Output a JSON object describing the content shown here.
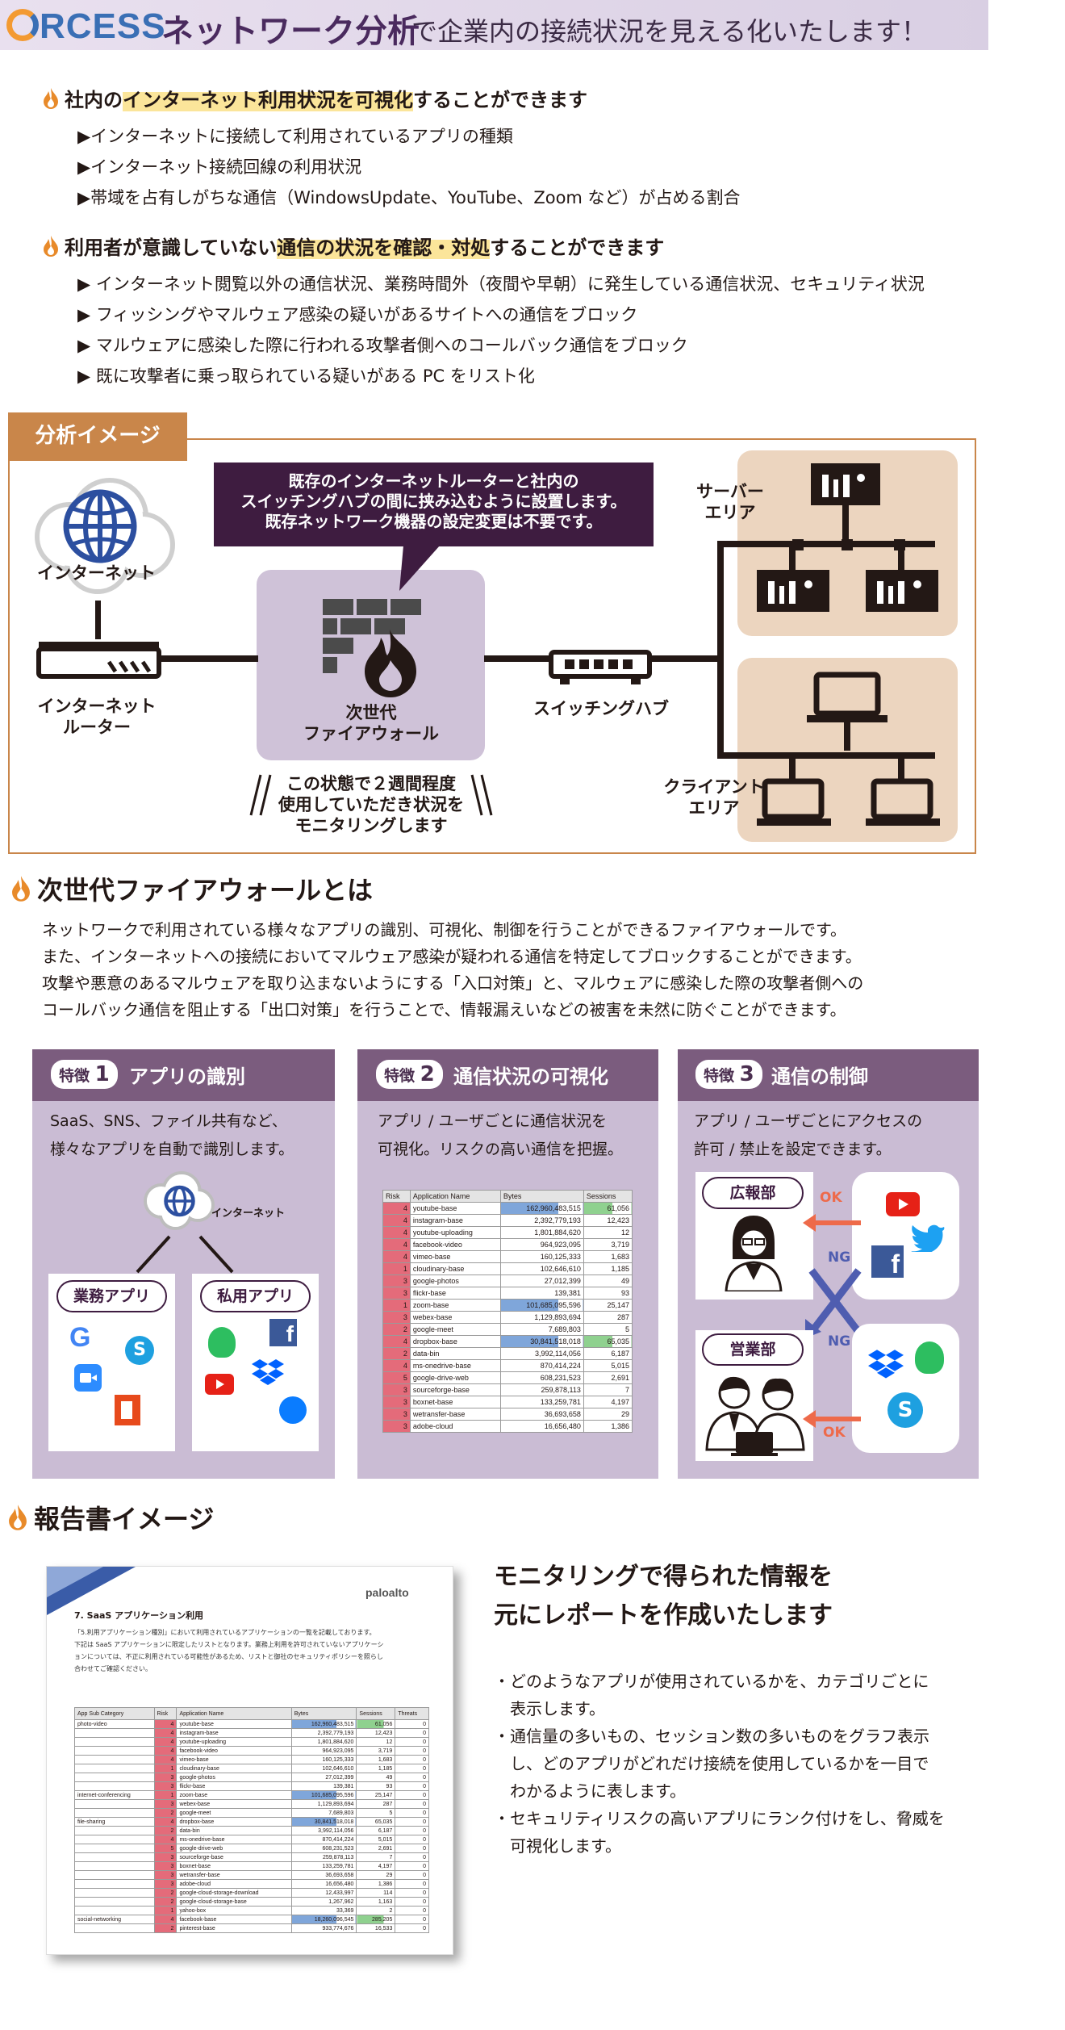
{
  "header": {
    "logo": "RCESS",
    "logo_letter": "O",
    "title": "ネットワーク分析",
    "subtitle": "で企業内の接続状況を見える化いたします！"
  },
  "section1": {
    "heading_pre": "社内の",
    "heading_hl": "インターネット利用状況を可視化",
    "heading_post": "することができます",
    "bullets": [
      "▶インターネットに接続して利用されているアプリの種類",
      "▶インターネット接続回線の利用状況",
      "▶帯域を占有しがちな通信（WindowsUpdate、YouTube、Zoom など）が占める割合"
    ]
  },
  "section2": {
    "heading_pre": "利用者が意識していない",
    "heading_hl": "通信の状況を確認・対処",
    "heading_post": "することができます",
    "bullets": [
      "▶ インターネット閲覧以外の通信状況、業務時間外（夜間や早朝）に発生している通信状況、セキュリティ状況",
      "▶ フィッシングやマルウェア感染の疑いがあるサイトへの通信をブロック",
      "▶ マルウェアに感染した際に行われる攻撃者側へのコールバック通信をブロック",
      "▶ 既に攻撃者に乗っ取られている疑いがある PC をリスト化"
    ]
  },
  "analysis": {
    "label": "分析イメージ",
    "speech_lines": [
      "既存のインターネットルーターと社内の",
      "スイッチングハブの間に挟み込むように設置します。",
      "既存ネットワーク機器の設定変更は不要です。"
    ],
    "internet": "インターネット",
    "router": [
      "インターネット",
      "ルーター"
    ],
    "firewall": [
      "次世代",
      "ファイアウォール"
    ],
    "switch": "スイッチングハブ",
    "server_area": [
      "サーバー",
      "エリア"
    ],
    "client_area": [
      "クライアント",
      "エリア"
    ],
    "monitor": [
      "この状態で２週間程度",
      "使用していただき状況を",
      "モニタリングします"
    ]
  },
  "ngfw": {
    "heading": "次世代ファイアウォールとは",
    "paragraphs": [
      "ネットワークで利用されている様々なアプリの識別、可視化、制御を行うことができるファイアウォールです。",
      "また、インターネットへの接続においてマルウェア感染が疑われる通信を特定してブロックすることができます。",
      "攻撃や悪意のあるマルウェアを取り込まないようにする「入口対策」と、マルウェアに感染した際の攻撃者側への",
      "コールバック通信を阻止する「出口対策」を行うことで、情報漏えいなどの被害を未然に防ぐことができます。"
    ]
  },
  "features": [
    {
      "badge": "特徴",
      "num": "1",
      "title": "アプリの識別",
      "desc": [
        "SaaS、SNS、ファイル共有など、",
        "様々なアプリを自動で識別します。"
      ]
    },
    {
      "badge": "特徴",
      "num": "2",
      "title": "通信状況の可視化",
      "desc": [
        "アプリ / ユーザごとに通信状況を",
        "可視化。リスクの高い通信を把握。"
      ]
    },
    {
      "badge": "特徴",
      "num": "3",
      "title": "通信の制御",
      "desc": [
        "アプリ / ユーザごとにアクセスの",
        "許可 / 禁止を設定できます。"
      ]
    }
  ],
  "feature1": {
    "internet": "インターネット",
    "business": "業務アプリ",
    "private": "私用アプリ"
  },
  "feature3": {
    "dept1": "広報部",
    "dept2": "営業部",
    "ok": "OK",
    "ng": "NG"
  },
  "mini_table": {
    "headers": [
      "Risk",
      "Application Name",
      "Bytes",
      "Sessions"
    ],
    "rows": [
      [
        "4",
        "youtube-base",
        "162,960,483,515",
        "61,056"
      ],
      [
        "4",
        "instagram-base",
        "2,392,779,193",
        "12,423"
      ],
      [
        "4",
        "youtube-uploading",
        "1,801,884,620",
        "12"
      ],
      [
        "4",
        "facebook-video",
        "964,923,095",
        "3,719"
      ],
      [
        "4",
        "vimeo-base",
        "160,125,333",
        "1,683"
      ],
      [
        "1",
        "cloudinary-base",
        "102,646,610",
        "1,185"
      ],
      [
        "3",
        "google-photos",
        "27,012,399",
        "49"
      ],
      [
        "3",
        "flickr-base",
        "139,381",
        "93"
      ],
      [
        "1",
        "zoom-base",
        "101,685,095,596",
        "25,147"
      ],
      [
        "3",
        "webex-base",
        "1,129,893,694",
        "287"
      ],
      [
        "2",
        "google-meet",
        "7,689,803",
        "5"
      ],
      [
        "4",
        "dropbox-base",
        "30,841,518,018",
        "65,035"
      ],
      [
        "2",
        "data-bin",
        "3,992,114,056",
        "6,187"
      ],
      [
        "4",
        "ms-onedrive-base",
        "870,414,224",
        "5,015"
      ],
      [
        "5",
        "google-drive-web",
        "608,231,523",
        "2,691"
      ],
      [
        "3",
        "sourceforge-base",
        "259,878,113",
        "7"
      ],
      [
        "3",
        "boxnet-base",
        "133,259,781",
        "4,197"
      ],
      [
        "3",
        "wetransfer-base",
        "36,693,658",
        "29"
      ],
      [
        "3",
        "adobe-cloud",
        "16,656,480",
        "1,386"
      ]
    ]
  },
  "report": {
    "heading": "報告書イメージ",
    "page_title": "7.  SaaS アプリケーション利用",
    "page_brand": "paloalto",
    "page_text": [
      "「5.利用アプリケーション種別」において利用されているアプリケーションの一覧を記載しております。",
      "下記は SaaS アプリケーションに限定したリストとなります。業務上利用を許可されていないアプリケーシ",
      "ョンについては、不正に利用されている可能性があるため、リストと御社のセキュリティポリシーを照らし",
      "合わせてご確認ください。"
    ],
    "table_headers": [
      "App Sub Category",
      "Risk",
      "Application Name",
      "Bytes",
      "Sessions",
      "Threats"
    ],
    "table_rows": [
      [
        "photo-video",
        "4",
        "youtube-base",
        "162,960,483,515",
        "61,056",
        "0"
      ],
      [
        "",
        "4",
        "instagram-base",
        "2,392,779,193",
        "12,423",
        "0"
      ],
      [
        "",
        "4",
        "youtube-uploading",
        "1,801,884,620",
        "12",
        "0"
      ],
      [
        "",
        "4",
        "facebook-video",
        "964,923,095",
        "3,719",
        "0"
      ],
      [
        "",
        "4",
        "vimeo-base",
        "160,125,333",
        "1,683",
        "0"
      ],
      [
        "",
        "1",
        "cloudinary-base",
        "102,646,610",
        "1,185",
        "0"
      ],
      [
        "",
        "3",
        "google-photos",
        "27,012,399",
        "49",
        "0"
      ],
      [
        "",
        "3",
        "flickr-base",
        "139,381",
        "93",
        "0"
      ],
      [
        "internet-conferencing",
        "1",
        "zoom-base",
        "101,685,095,596",
        "25,147",
        "0"
      ],
      [
        "",
        "3",
        "webex-base",
        "1,129,893,694",
        "287",
        "0"
      ],
      [
        "",
        "2",
        "google-meet",
        "7,689,803",
        "5",
        "0"
      ],
      [
        "file-sharing",
        "4",
        "dropbox-base",
        "30,841,518,018",
        "65,035",
        "0"
      ],
      [
        "",
        "2",
        "data-bin",
        "3,992,114,056",
        "6,187",
        "0"
      ],
      [
        "",
        "4",
        "ms-onedrive-base",
        "870,414,224",
        "5,015",
        "0"
      ],
      [
        "",
        "5",
        "google-drive-web",
        "608,231,523",
        "2,691",
        "0"
      ],
      [
        "",
        "3",
        "sourceforge-base",
        "259,878,113",
        "7",
        "0"
      ],
      [
        "",
        "3",
        "boxnet-base",
        "133,259,781",
        "4,197",
        "0"
      ],
      [
        "",
        "3",
        "wetransfer-base",
        "36,693,658",
        "29",
        "0"
      ],
      [
        "",
        "3",
        "adobe-cloud",
        "16,656,480",
        "1,386",
        "0"
      ],
      [
        "",
        "2",
        "google-cloud-storage-download",
        "12,433,997",
        "114",
        "0"
      ],
      [
        "",
        "2",
        "google-cloud-storage-base",
        "1,267,962",
        "1,163",
        "0"
      ],
      [
        "",
        "1",
        "yahoo-box",
        "33,369",
        "2",
        "0"
      ],
      [
        "social-networking",
        "4",
        "facebook-base",
        "18,260,096,545",
        "285,205",
        "0"
      ],
      [
        "",
        "2",
        "pinterest-base",
        "933,774,676",
        "16,533",
        "0"
      ]
    ],
    "headline": [
      "モニタリングで得られた情報を",
      "元にレポートを作成いたします"
    ],
    "bullets": [
      [
        "・どのようなアプリが使用されているかを、カテゴリごとに",
        "　表示します。"
      ],
      [
        "・通信量の多いもの、セッション数の多いものをグラフ表示",
        "　し、どのアプリがどれだけ接続を使用しているかを一目で",
        "　わかるように表します。"
      ],
      [
        "・セキュリティリスクの高いアプリにランク付けをし、脅威を",
        "　可視化します。"
      ]
    ]
  },
  "colors": {
    "accent_purple": "#3e1c40",
    "feature_header": "#7b5c7e",
    "orange": "#c9864a",
    "highlight": "#fbe59a"
  }
}
